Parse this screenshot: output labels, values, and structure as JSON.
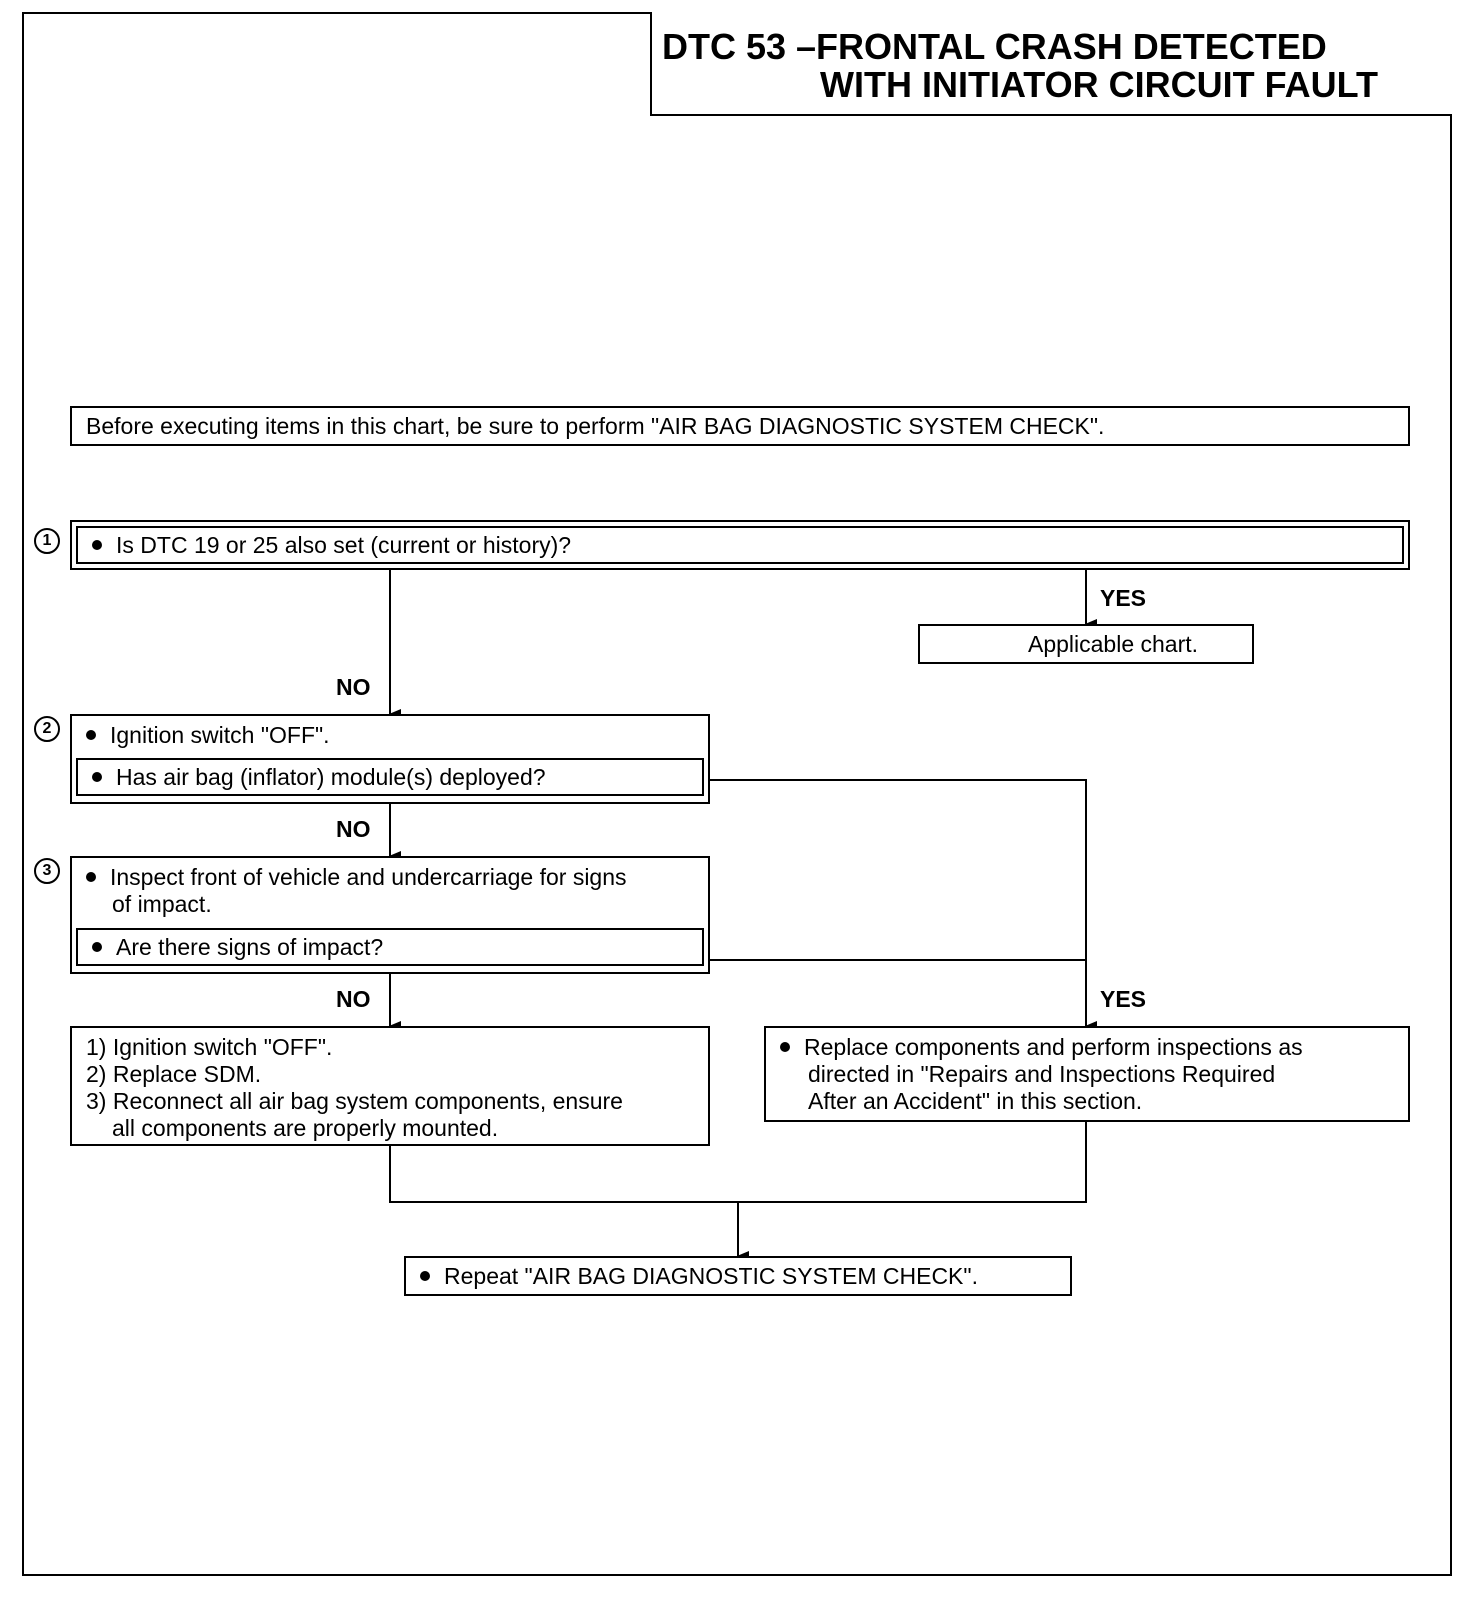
{
  "title": {
    "line1": "DTC 53 –FRONTAL CRASH DETECTED",
    "line2": "WITH INITIATOR CIRCUIT FAULT"
  },
  "note": "Before executing items in this chart, be sure to perform \"AIR BAG DIAGNOSTIC SYSTEM CHECK\".",
  "step1": {
    "number": "1",
    "question": "Is DTC 19 or 25 also set (current or history)?"
  },
  "labels": {
    "yes": "YES",
    "no": "NO"
  },
  "applicable": "Applicable chart.",
  "step2": {
    "number": "2",
    "action": "Ignition switch \"OFF\".",
    "question": "Has air bag (inflator) module(s) deployed?"
  },
  "step3": {
    "number": "3",
    "action_line1": "Inspect front of vehicle and undercarriage for signs",
    "action_line2": "of impact.",
    "question": "Are there signs of impact?"
  },
  "no_result": {
    "line1": "1) Ignition switch \"OFF\".",
    "line2": "2) Replace SDM.",
    "line3": "3) Reconnect all air bag system components, ensure",
    "line4": "all components are properly mounted."
  },
  "yes_result": {
    "line1": "Replace components and perform inspections as",
    "line2": "directed in \"Repairs and Inspections Required",
    "line3": "After an Accident\" in this section."
  },
  "final": "Repeat \"AIR BAG DIAGNOSTIC SYSTEM CHECK\"."
}
